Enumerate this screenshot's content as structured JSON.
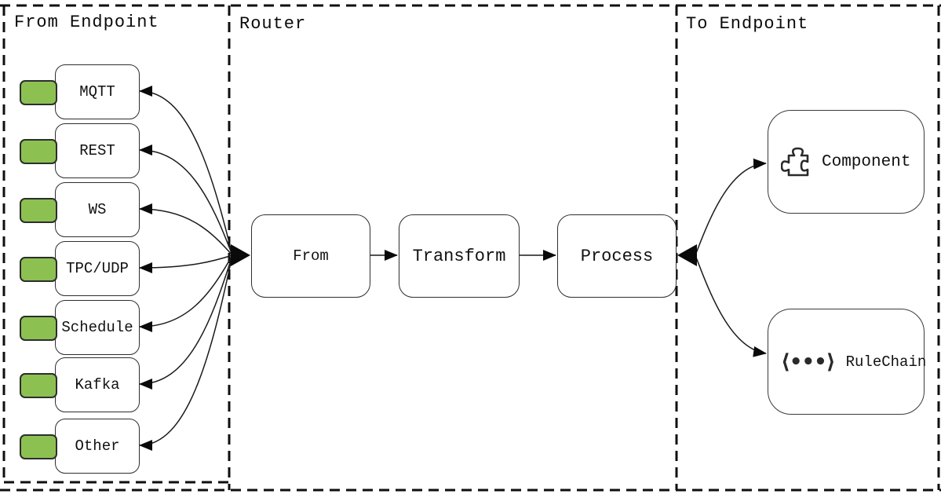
{
  "panels": {
    "from_endpoint": {
      "title": "From Endpoint"
    },
    "router": {
      "title": "Router"
    },
    "to_endpoint": {
      "title": "To Endpoint"
    }
  },
  "from_endpoints": [
    {
      "label": "MQTT"
    },
    {
      "label": "REST"
    },
    {
      "label": "WS"
    },
    {
      "label": "TPC/UDP"
    },
    {
      "label": "Schedule"
    },
    {
      "label": "Kafka"
    },
    {
      "label": "Other"
    }
  ],
  "router_nodes": {
    "from": {
      "label": "From"
    },
    "transform": {
      "label": "Transform"
    },
    "process": {
      "label": "Process"
    }
  },
  "to_endpoints": {
    "component": {
      "label": "Component",
      "icon": "puzzle-icon"
    },
    "rulechain": {
      "label": "RuleChain",
      "icon": "rulechain-icon",
      "icon_glyph": "⟨•••⟩"
    }
  },
  "colors": {
    "endpoint_icon_fill": "#8CC152",
    "endpoint_icon_border": "#2d2d2d",
    "line": "#1a1a1a",
    "box_border": "#2e2e2e",
    "background": "#ffffff"
  }
}
